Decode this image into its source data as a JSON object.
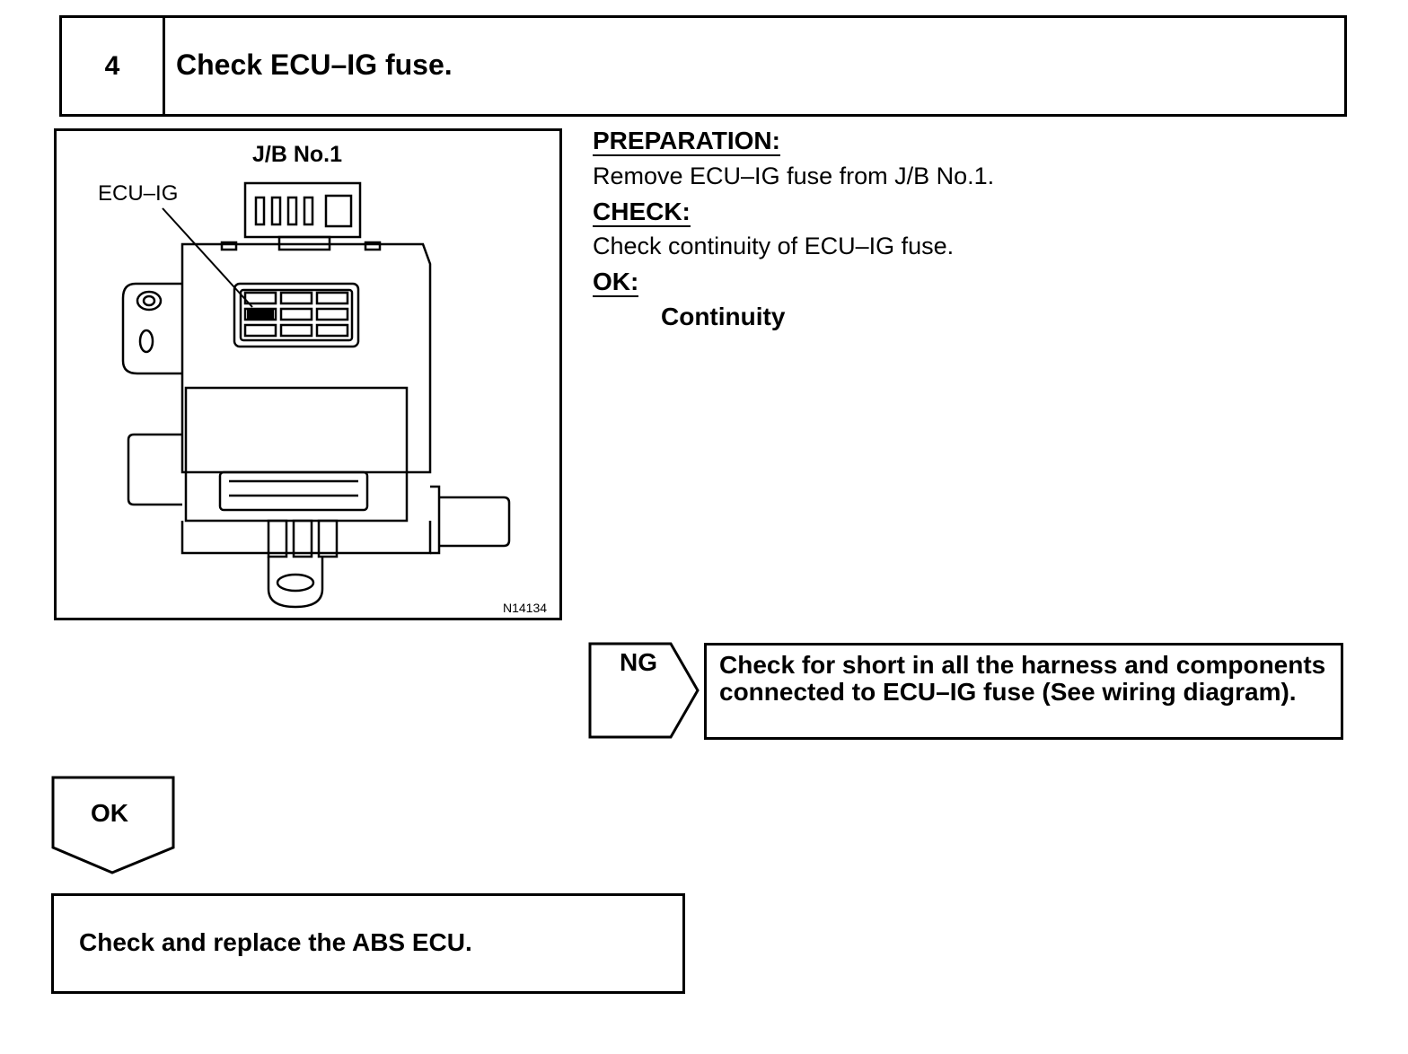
{
  "step": {
    "number": "4",
    "title": "Check ECU–IG fuse."
  },
  "figure": {
    "title": "J/B No.1",
    "callout": "ECU–IG",
    "code": "N14134"
  },
  "instructions": {
    "preparation_heading": "PREPARATION:",
    "preparation_text": "Remove ECU–IG fuse from J/B No.1.",
    "check_heading": "CHECK:",
    "check_text": "Check continuity of ECU–IG fuse.",
    "ok_heading": "OK:",
    "ok_text": "Continuity"
  },
  "ng_branch": {
    "label": "NG",
    "action": "Check for short in all the harness and components connected to ECU–IG fuse (See wiring diagram)."
  },
  "ok_branch": {
    "label": "OK",
    "action": "Check and replace the ABS ECU."
  }
}
